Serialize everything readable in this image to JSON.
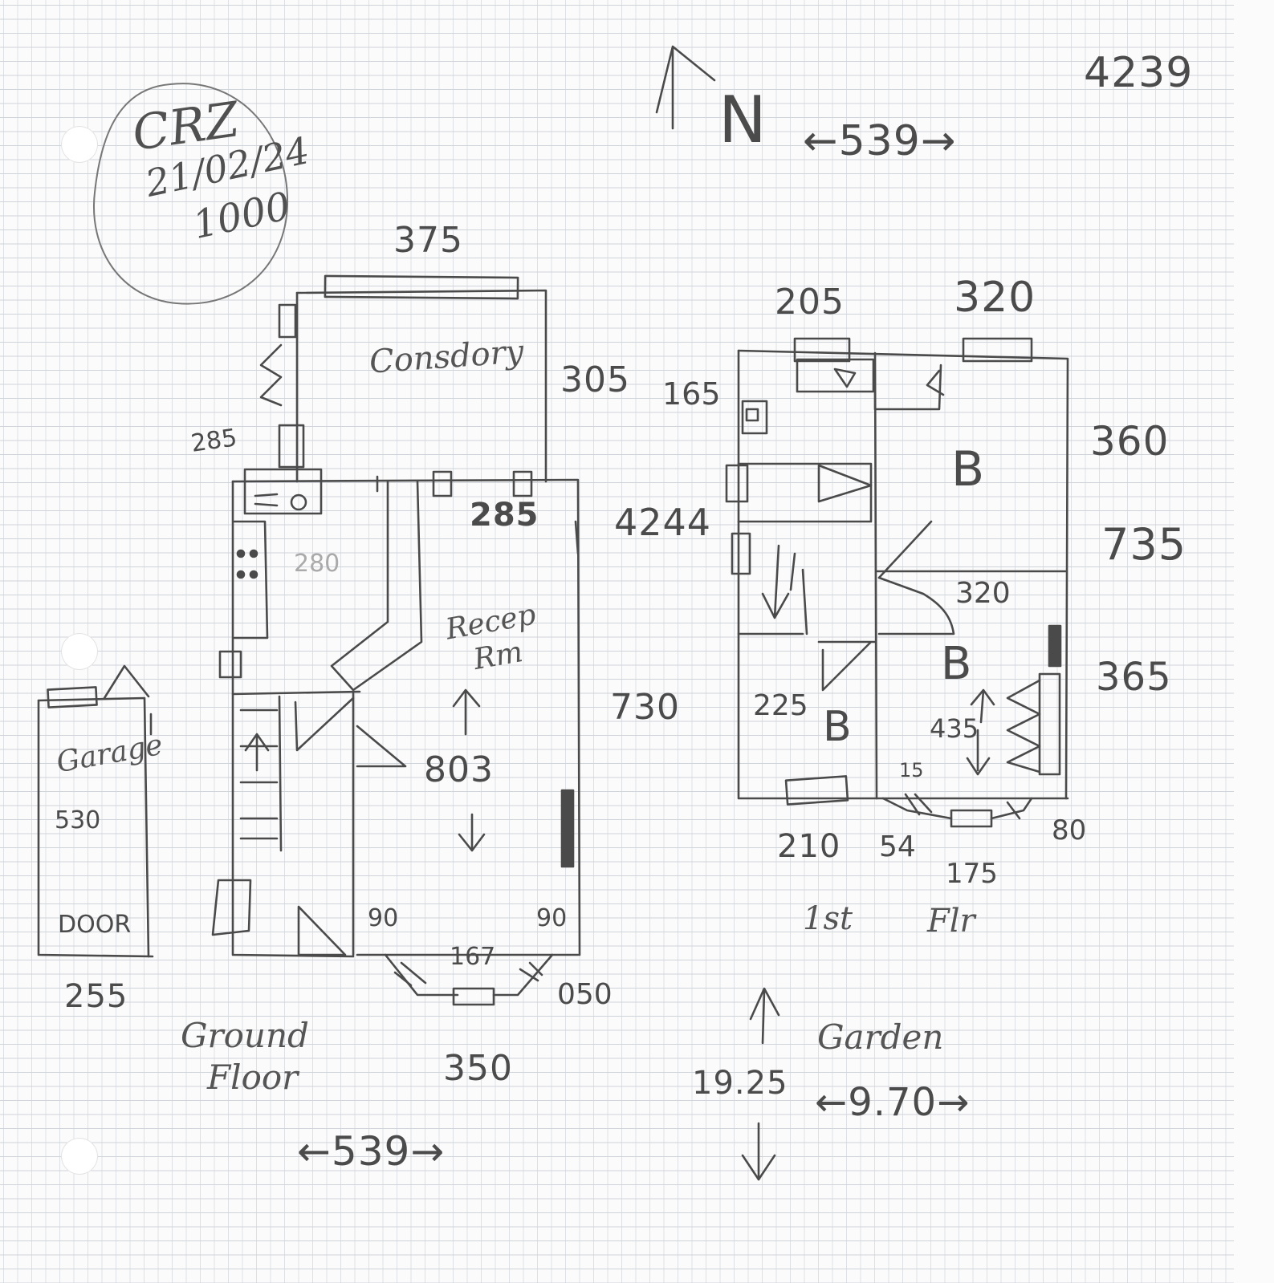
{
  "stamp": {
    "code": "CRZ",
    "date": "21/02/24",
    "time": "1000"
  },
  "north_label": "N",
  "top_width": "←539→",
  "ref_number": "4239",
  "ground_floor": {
    "label_line1": "Ground",
    "label_line2": "Floor",
    "conservatory_label": "Consdory",
    "reception_label_line1": "Recep",
    "reception_label_line2": "Rm",
    "dim_conservatory_width": "375",
    "dim_conservatory_depth": "305",
    "dim_side": "285",
    "dim_inner_width": "285",
    "dim_kitchen": "280",
    "dim_depth_total": "730",
    "dim_reception_depth": "803",
    "dim_bay_left": "90",
    "dim_bay_right": "90",
    "dim_bay_front": "167",
    "dim_bay_side": "050",
    "dim_front_width": "350",
    "width_bottom": "←539→"
  },
  "garage": {
    "label": "Garage",
    "dim_length": "530",
    "door_label": "DOOR",
    "dim_width": "255"
  },
  "first_floor": {
    "label_line1": "1st",
    "label_line2": "Flr",
    "dim_left_top": "205",
    "dim_right_top": "320",
    "dim_165": "165",
    "dim_4244": "4244",
    "dim_360": "360",
    "dim_735": "735",
    "dim_320_mid": "320",
    "dim_365": "365",
    "dim_225": "225",
    "dim_435": "435",
    "dim_15": "15",
    "dim_210": "210",
    "dim_54": "54",
    "dim_80": "80",
    "dim_175": "175",
    "bed1": "B",
    "bed2": "B",
    "bed3": "B"
  },
  "garden": {
    "label": "Garden",
    "depth": "19.25",
    "width": "←9.70→"
  }
}
